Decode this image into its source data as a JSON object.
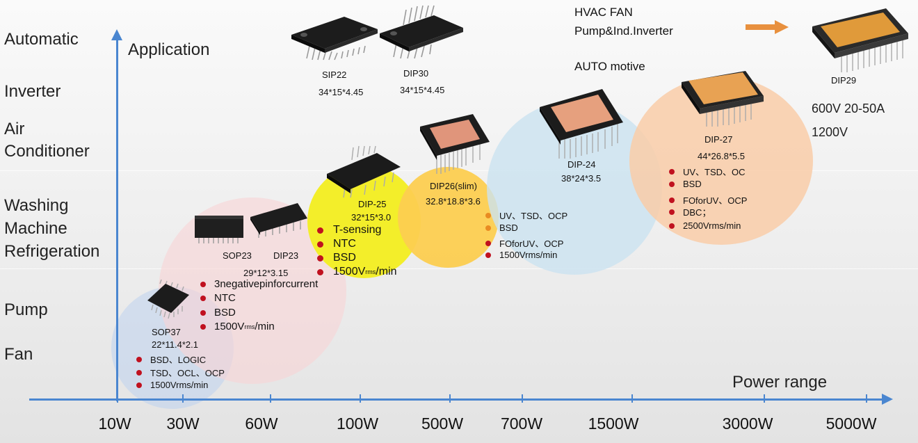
{
  "y_axis": {
    "title": "Application"
  },
  "x_axis": {
    "title": "Power range",
    "ticks": [
      "10W",
      "30W",
      "60W",
      "100W",
      "500W",
      "700W",
      "1500W",
      "3000W",
      "5000W"
    ]
  },
  "applications": [
    "Automatic",
    "Inverter",
    "Air",
    "Conditioner",
    "Washing",
    "Machine",
    "Refrigeration",
    "Pump",
    "Fan"
  ],
  "packages": {
    "sip22": {
      "name": "SIP22",
      "dims": "34*15*4.45"
    },
    "dip30": {
      "name": "DIP30",
      "dims": "34*15*4.45"
    },
    "sop37": {
      "name": "SOP37",
      "dims": "22*11.4*2.1",
      "bullets": [
        "BSD、LOGIC",
        "TSD、OCL、OCP",
        "1500Vrms/min"
      ]
    },
    "sop23": {
      "name": "SOP23"
    },
    "dip23": {
      "name": "DIP23",
      "dims": "29*12*3.15",
      "bullets": [
        "3negativepinforcurrent",
        "NTC",
        "BSD"
      ],
      "rating_main": "1500V",
      "rating_sub": "rms",
      "rating_tail": "/min"
    },
    "dip25": {
      "name": "DIP-25",
      "dims": "32*15*3.0",
      "bullets": [
        "T-sensing",
        "NTC",
        "BSD"
      ],
      "rating_main": "1500V",
      "rating_sub": "rms",
      "rating_tail": "/min"
    },
    "dip26": {
      "name": "DIP26(slim)",
      "dims": "32.8*18.8*3.6",
      "bullets": [
        "UV、TSD、OCP",
        "BSD",
        "FOforUV、OCP",
        "1500Vrms/min"
      ]
    },
    "dip24": {
      "name": "DIP-24",
      "dims": "38*24*3.5"
    },
    "dip27": {
      "name": "DIP-27",
      "dims": "44*26.8*5.5",
      "bullets": [
        "UV、TSD、OC",
        "BSD",
        "FOforUV、OCP",
        "DBC；",
        "2500Vrms/min"
      ]
    },
    "dip29": {
      "name": "DIP29",
      "ratings": [
        "600V 20-50A",
        "1200V"
      ]
    }
  },
  "top_right": {
    "line1": "HVAC FAN",
    "line2": "Pump&Ind.Inverter",
    "auto": "AUTO motive"
  },
  "colors": {
    "axis": "#4a86d0",
    "bullet_red": "#c0111f",
    "bullet_orange": "#e98b22",
    "arrow": "#e8903e"
  }
}
